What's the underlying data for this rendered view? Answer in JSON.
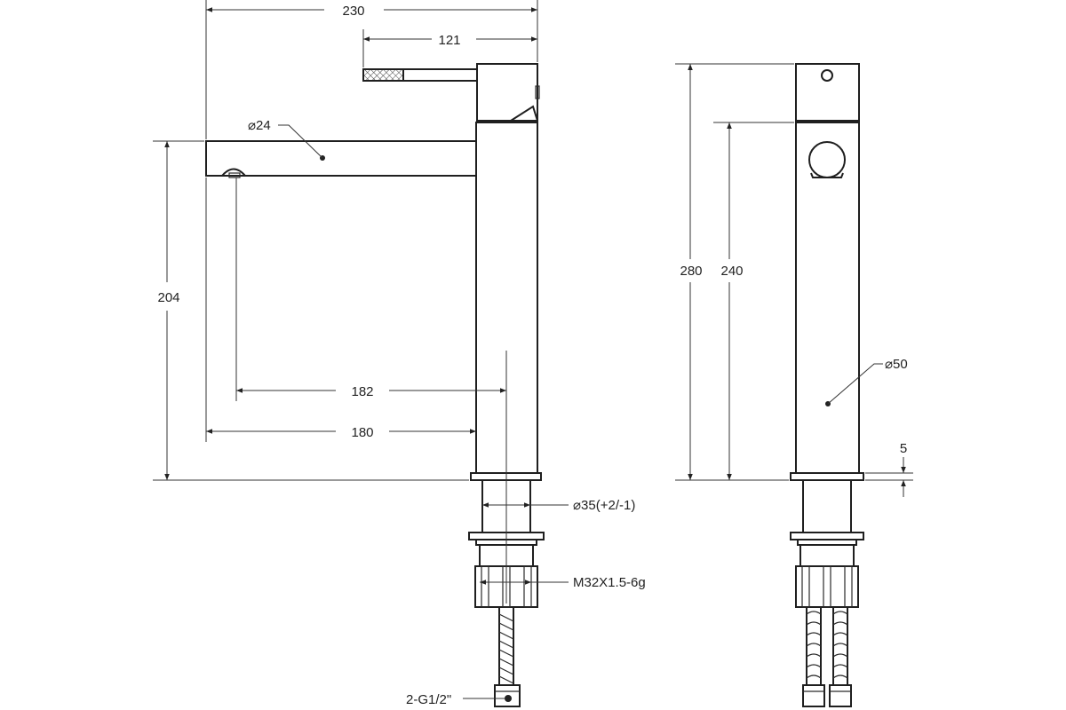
{
  "colors": {
    "line": "#1f1f1f",
    "background": "#ffffff"
  },
  "dimensions": {
    "overall_length": "230",
    "handle_offset": "121",
    "spout_diameter": "⌀24",
    "spout_height": "204",
    "spout_reach_center": "182",
    "spout_reach": "180",
    "body_diameter": "⌀50",
    "total_height": "280",
    "body_height": "240",
    "base_thickness": "5",
    "mount_hole": "⌀35(+2/-1)",
    "thread": "M32X1.5-6g",
    "hose_connection": "2-G1/2\""
  }
}
